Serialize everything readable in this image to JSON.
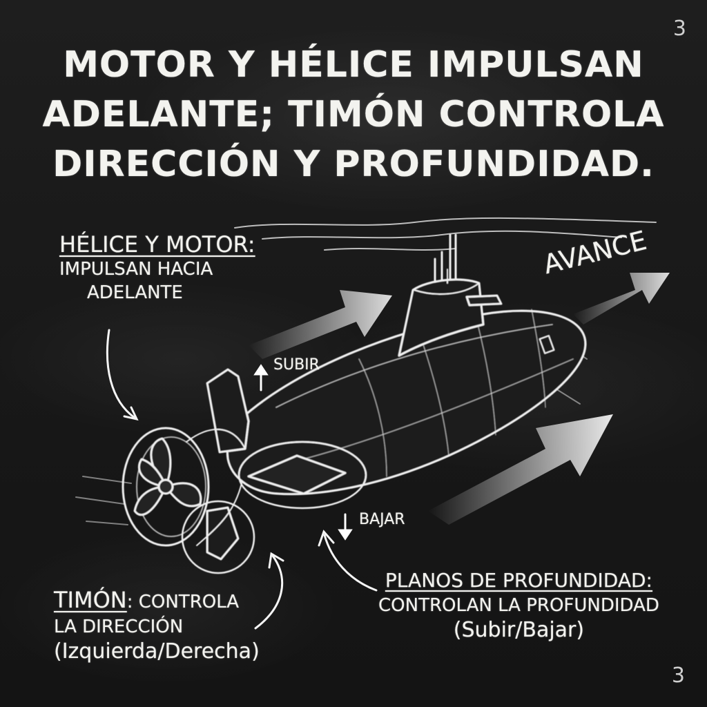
{
  "page_number_top": "3",
  "page_number_bottom": "3",
  "title": {
    "line1": "Motor y hélice impulsan",
    "line2": "adelante; timón controla",
    "line3": "dirección y profundidad."
  },
  "labels": {
    "helice": {
      "heading": "Hélice y motor:",
      "line1": "impulsan hacia",
      "line2": "adelante"
    },
    "timon": {
      "heading": "Timón",
      "heading_rest": ": controla",
      "line1": "la dirección",
      "line2": "(Izquierda/Derecha)"
    },
    "planos": {
      "heading": "Planos de profundidad:",
      "line1": "controlan la profundidad",
      "line2": "(Subir/Bajar)"
    },
    "subir": "Subir",
    "bajar": "Bajar",
    "avance": "Avance"
  },
  "colors": {
    "background": "#141414",
    "chalk": "#f3f3ef"
  },
  "icons": [
    "submarine-illustration",
    "propeller-icon",
    "rudder-icon",
    "dive-plane-icon",
    "arrow-up-icon",
    "arrow-down-icon",
    "forward-arrow-icon",
    "curved-pointer-arrow-icon"
  ]
}
